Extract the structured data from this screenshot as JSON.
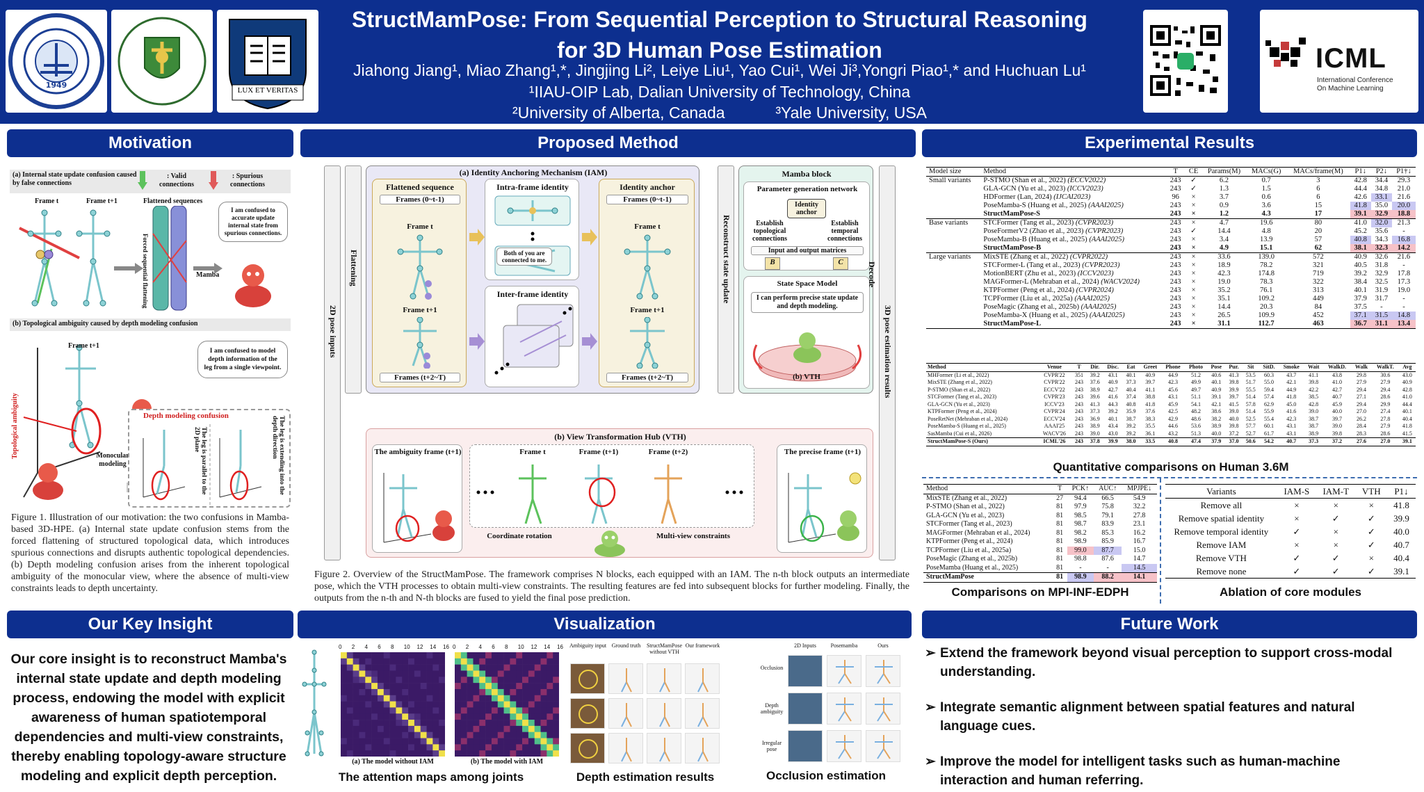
{
  "header": {
    "title_line1": "StructMamPose: From Sequential Perception to Structural Reasoning",
    "title_line2": "for 3D Human Pose Estimation",
    "authors": "Jiahong Jiang¹, Miao Zhang¹,*, Jingjing Li², Leiye Liu¹, Yao Cui¹, Wei Ji³,Yongri Piao¹,* and Huchuan Lu¹",
    "affil1": "¹IIAU-OIP Lab, Dalian University of Technology, China",
    "affil2a": "²University of Alberta, Canada",
    "affil2b": "³Yale University, USA",
    "icml": "ICML",
    "icml_sub1": "International Conference",
    "icml_sub2": "On Machine Learning",
    "lux": "LUX ET VERITAS"
  },
  "sections": {
    "motivation": "Motivation",
    "method": "Proposed Method",
    "results": "Experimental Results",
    "insight": "Our Key Insight",
    "visualization": "Visualization",
    "future": "Future Work"
  },
  "motivation": {
    "a_title": "(a) Internal state update confusion caused by false connections",
    "valid": ": Valid connections",
    "spurious": ": Spurious connections",
    "frame_t": "Frame t",
    "frame_t1": "Frame t+1",
    "flattened": "Flattened sequences",
    "forced": "Forced sequential flattening",
    "mamba": "Mamba",
    "bubble_a": "I am confused to accurate update internal state from spurious connections.",
    "b_title": "(b) Topological ambiguity caused by depth modeling confusion",
    "topo": "Topological ambiguity",
    "bubble_b": "I am confused to model depth information of the leg from a single viewpoint.",
    "depth_conf": "Depth modeling confusion",
    "mono": "Monocular modeling",
    "leg_parallel": "The leg is parallel to the 2D plane",
    "leg_ext": "The leg is extending into the depth direction",
    "caption": "Figure 1. Illustration of our motivation: the two confusions in Mamba-based 3D-HPE. (a) Internal state update confusion stems from the forced flattening of structured topological data, which introduces spurious connections and disrupts authentic topological dependencies. (b) Depth modeling confusion arises from the inherent topological ambiguity of the monocular view, where the absence of multi-view constraints leads to depth uncertainty."
  },
  "method": {
    "iam_title": "(a) Identity Anchoring Mechanism (IAM)",
    "flat_seq": "Flattened sequence",
    "frames_a": "Frames (0~t-1)",
    "frame_t": "Frame t",
    "frame_t1": "Frame t+1",
    "frames_b": "Frames (t+2~T)",
    "intra": "Intra-frame identity",
    "inter": "Inter-frame identity",
    "both": "Both of you are connected to me.",
    "anchor": "Identity anchor",
    "mamba_block": "Mamba block",
    "param_gen": "Parameter generation network",
    "id_anchor": "Identity anchor",
    "est_topo": "Establish topological connections",
    "est_temp": "Establish temporal connections",
    "io_mat": "Input and output matrices",
    "B": "B",
    "C": "C",
    "ssm": "State Space Model",
    "ssm_bubble": "I can perform precise state update and depth modeling.",
    "vth_small": "(b) VTH",
    "vth_title": "(b) View Transformation Hub (VTH)",
    "ambig_frame": "The ambiguity frame (t+1)",
    "precise_frame": "The precise frame (t+1)",
    "coord_rot": "Coordinate rotation",
    "mv_cons": "Multi-view constraints",
    "vt_ft": "Frame t",
    "vt_ft1": "Frame (t+1)",
    "vt_ft2": "Frame (t+2)",
    "pose_inputs": "2D pose inputs",
    "flattening": "Flattening",
    "reconstruct": "Reconstruct state update",
    "decode": "Decode",
    "est_results": "3D pose estimation results",
    "caption": "Figure 2. Overview of the StructMamPose. The framework comprises N blocks, each equipped with an IAM. The n-th block outputs an intermediate pose, which the VTH processes to obtain multi-view constraints. The resulting features are fed into subsequent blocks for further modeling. Finally, the outputs from the n-th and N-th blocks are fused to yield the final pose prediction."
  },
  "table1": {
    "headers": [
      "Model size",
      "Method",
      "T",
      "CE",
      "Params(M)",
      "MACs(G)",
      "MACs/frame(M)",
      "P1↓",
      "P2↓",
      "P1†↓"
    ],
    "rows": [
      [
        "Small variants",
        "P-STMO (Shan et al., 2022) (ECCV2022)",
        "243",
        "✓",
        "6.2",
        "0.7",
        "3",
        "42.8",
        "34.4",
        "29.3"
      ],
      [
        "",
        "GLA-GCN (Yu et al., 2023) (ICCV2023)",
        "243",
        "✓",
        "1.3",
        "1.5",
        "6",
        "44.4",
        "34.8",
        "21.0"
      ],
      [
        "",
        "HDFormer (Lan, 2024) (IJCAI2023)",
        "96",
        "×",
        "3.7",
        "0.6",
        "6",
        "42.6",
        "33.1",
        "21.6"
      ],
      [
        "",
        "PoseMamba-S (Huang et al., 2025) (AAAI2025)",
        "243",
        "×",
        "0.9",
        "3.6",
        "15",
        "41.8",
        "35.0",
        "20.0"
      ],
      [
        "",
        "StructMamPose-S",
        "243",
        "×",
        "1.2",
        "4.3",
        "17",
        "39.1",
        "32.9",
        "18.8"
      ],
      [
        "Base variants",
        "STCFormer (Tang et al., 2023) (CVPR2023)",
        "243",
        "×",
        "4.7",
        "19.6",
        "80",
        "41.0",
        "32.0",
        "21.3"
      ],
      [
        "",
        "PoseFormerV2 (Zhao et al., 2023) (CVPR2023)",
        "243",
        "✓",
        "14.4",
        "4.8",
        "20",
        "45.2",
        "35.6",
        "-"
      ],
      [
        "",
        "PoseMamba-B (Huang et al., 2025) (AAAI2025)",
        "243",
        "×",
        "3.4",
        "13.9",
        "57",
        "40.8",
        "34.3",
        "16.8"
      ],
      [
        "",
        "StructMamPose-B",
        "243",
        "×",
        "4.9",
        "15.1",
        "62",
        "38.1",
        "32.3",
        "14.2"
      ],
      [
        "Large variants",
        "MixSTE (Zhang et al., 2022) (CVPR2022)",
        "243",
        "×",
        "33.6",
        "139.0",
        "572",
        "40.9",
        "32.6",
        "21.6"
      ],
      [
        "",
        "STCFormer-L (Tang et al., 2023) (CVPR2023)",
        "243",
        "×",
        "18.9",
        "78.2",
        "321",
        "40.5",
        "31.8",
        "-"
      ],
      [
        "",
        "MotionBERT (Zhu et al., 2023) (ICCV2023)",
        "243",
        "×",
        "42.3",
        "174.8",
        "719",
        "39.2",
        "32.9",
        "17.8"
      ],
      [
        "",
        "MAGFormer-L (Mehraban et al., 2024) (WACV2024)",
        "243",
        "×",
        "19.0",
        "78.3",
        "322",
        "38.4",
        "32.5",
        "17.3"
      ],
      [
        "",
        "KTPFormer (Peng et al., 2024) (CVPR2024)",
        "243",
        "×",
        "35.2",
        "76.1",
        "313",
        "40.1",
        "31.9",
        "19.0"
      ],
      [
        "",
        "TCPFormer (Liu et al., 2025a) (AAAI2025)",
        "243",
        "×",
        "35.1",
        "109.2",
        "449",
        "37.9",
        "31.7",
        "-"
      ],
      [
        "",
        "PoseMagic (Zhang et al., 2025b) (AAAI2025)",
        "243",
        "×",
        "14.4",
        "20.3",
        "84",
        "37.5",
        "-",
        "-"
      ],
      [
        "",
        "PoseMamba-X (Huang et al., 2025) (AAAI2025)",
        "243",
        "×",
        "26.5",
        "109.9",
        "452",
        "37.1",
        "31.5",
        "14.8"
      ],
      [
        "",
        "StructMamPose-L",
        "243",
        "×",
        "31.1",
        "112.7",
        "463",
        "36.7",
        "31.1",
        "13.4"
      ]
    ]
  },
  "table2": {
    "headers": [
      "Method",
      "Venue",
      "T",
      "Dir.",
      "Disc.",
      "Eat",
      "Greet",
      "Phone",
      "Photo",
      "Pose",
      "Pur.",
      "Sit",
      "SitD.",
      "Smoke",
      "Wait",
      "WalkD.",
      "Walk",
      "WalkT.",
      "Avg"
    ],
    "rows": [
      [
        "MHFormer (Li et al., 2022)",
        "CVPR'22",
        "351",
        "39.2",
        "43.1",
        "40.1",
        "40.9",
        "44.9",
        "51.2",
        "40.6",
        "41.3",
        "53.5",
        "60.3",
        "43.7",
        "41.1",
        "43.8",
        "29.8",
        "30.6",
        "43.0"
      ],
      [
        "MixSTE (Zhang et al., 2022)",
        "CVPR'22",
        "243",
        "37.6",
        "40.9",
        "37.3",
        "39.7",
        "42.3",
        "49.9",
        "40.1",
        "39.8",
        "51.7",
        "55.0",
        "42.1",
        "39.8",
        "41.0",
        "27.9",
        "27.9",
        "40.9"
      ],
      [
        "P-STMO (Shan et al., 2022)",
        "ECCV'22",
        "243",
        "38.9",
        "42.7",
        "40.4",
        "41.1",
        "45.6",
        "49.7",
        "40.9",
        "39.9",
        "55.5",
        "59.4",
        "44.9",
        "42.2",
        "42.7",
        "29.4",
        "29.4",
        "42.8"
      ],
      [
        "STCFormer (Tang et al., 2023)",
        "CVPR'23",
        "243",
        "39.6",
        "41.6",
        "37.4",
        "38.8",
        "43.1",
        "51.1",
        "39.1",
        "39.7",
        "51.4",
        "57.4",
        "41.8",
        "38.5",
        "40.7",
        "27.1",
        "28.6",
        "41.0"
      ],
      [
        "GLA-GCN (Yu et al., 2023)",
        "ICCV'23",
        "243",
        "41.3",
        "44.3",
        "40.8",
        "41.8",
        "45.9",
        "54.1",
        "42.1",
        "41.5",
        "57.8",
        "62.9",
        "45.0",
        "42.8",
        "45.9",
        "29.4",
        "29.9",
        "44.4"
      ],
      [
        "KTPFormer (Peng et al., 2024)",
        "CVPR'24",
        "243",
        "37.3",
        "39.2",
        "35.9",
        "37.6",
        "42.5",
        "48.2",
        "38.6",
        "39.0",
        "51.4",
        "55.9",
        "41.6",
        "39.0",
        "40.0",
        "27.0",
        "27.4",
        "40.1"
      ],
      [
        "PoseRetNet (Mehraban et al., 2024)",
        "ECCV'24",
        "243",
        "36.9",
        "40.1",
        "38.7",
        "38.3",
        "42.9",
        "48.6",
        "38.2",
        "40.0",
        "52.5",
        "55.4",
        "42.3",
        "38.7",
        "39.7",
        "26.2",
        "27.8",
        "40.4"
      ],
      [
        "PoseMamba-S (Huang et al., 2025)",
        "AAAI'25",
        "243",
        "38.9",
        "43.4",
        "39.2",
        "35.5",
        "44.6",
        "53.6",
        "38.9",
        "39.8",
        "57.7",
        "60.1",
        "43.1",
        "38.7",
        "39.0",
        "28.4",
        "27.9",
        "41.8"
      ],
      [
        "SasMamba (Cui et al., 2026)",
        "WACV'26",
        "243",
        "39.0",
        "43.0",
        "39.2",
        "36.1",
        "43.2",
        "51.3",
        "40.0",
        "37.2",
        "52.7",
        "61.7",
        "43.1",
        "38.9",
        "39.8",
        "28.3",
        "28.6",
        "41.5"
      ],
      [
        "StructMamPose-S (Ours)",
        "ICML'26",
        "243",
        "37.8",
        "39.9",
        "38.0",
        "33.5",
        "40.8",
        "47.4",
        "37.9",
        "37.0",
        "50.6",
        "54.2",
        "40.7",
        "37.3",
        "37.2",
        "27.6",
        "27.0",
        "39.1"
      ]
    ]
  },
  "table3": {
    "headers": [
      "Method",
      "T",
      "PCK↑",
      "AUC↑",
      "MPJPE↓"
    ],
    "rows": [
      [
        "MixSTE (Zhang et al., 2022)",
        "27",
        "94.4",
        "66.5",
        "54.9"
      ],
      [
        "P-STMO (Shan et al., 2022)",
        "81",
        "97.9",
        "75.8",
        "32.2"
      ],
      [
        "GLA-GCN (Yu et al., 2023)",
        "81",
        "98.5",
        "79.1",
        "27.8"
      ],
      [
        "STCFormer (Tang et al., 2023)",
        "81",
        "98.7",
        "83.9",
        "23.1"
      ],
      [
        "MAGFormer (Mehraban et al., 2024)",
        "81",
        "98.2",
        "85.3",
        "16.2"
      ],
      [
        "KTPFormer (Peng et al., 2024)",
        "81",
        "98.9",
        "85.9",
        "16.7"
      ],
      [
        "TCPFormer (Liu et al., 2025a)",
        "81",
        "99.0",
        "87.7",
        "15.0"
      ],
      [
        "PoseMagic (Zhang et al., 2025b)",
        "81",
        "98.8",
        "87.6",
        "14.7"
      ],
      [
        "PoseMamba (Huang et al., 2025)",
        "81",
        "-",
        "-",
        "14.5"
      ],
      [
        "StructMamPose",
        "81",
        "98.9",
        "88.2",
        "14.1"
      ]
    ]
  },
  "table4": {
    "headers": [
      "Variants",
      "IAM-S",
      "IAM-T",
      "VTH",
      "P1↓"
    ],
    "rows": [
      [
        "Remove all",
        "×",
        "×",
        "×",
        "41.8"
      ],
      [
        "Remove spatial identity",
        "×",
        "✓",
        "✓",
        "39.9"
      ],
      [
        "Remove temporal identity",
        "✓",
        "×",
        "✓",
        "40.0"
      ],
      [
        "Remove IAM",
        "×",
        "×",
        "✓",
        "40.7"
      ],
      [
        "Remove VTH",
        "✓",
        "✓",
        "×",
        "40.4"
      ],
      [
        "Remove none",
        "✓",
        "✓",
        "✓",
        "39.1"
      ]
    ]
  },
  "results": {
    "cap_h36m": "Quantitative comparisons on Human 3.6M",
    "cap_mpi": "Comparisons on MPI-INF-EDPH",
    "cap_abl": "Ablation of core modules"
  },
  "insight": {
    "text": "Our core insight is to reconstruct Mamba's internal state update and depth modeling process, endowing the model with explicit awareness of human spatiotemporal dependencies and multi-view constraints, thereby enabling topology-aware structure modeling and explicit depth perception."
  },
  "visualization": {
    "att_ticks": [
      "0",
      "2",
      "4",
      "6",
      "8",
      "10",
      "12",
      "14",
      "16"
    ],
    "att_a": "(a) The model without IAM",
    "att_b": "(b) The model with IAM",
    "cap_att": "The attention maps among joints",
    "depth_cols": [
      "Ambiguity input",
      "Ground truth",
      "StructMamPose without VTH",
      "Our framework"
    ],
    "cap_depth": "Depth estimation results",
    "occ_cols": [
      "2D Inputs",
      "Posemamba",
      "Ours"
    ],
    "occ_rows": [
      "Occlusion",
      "Depth ambiguity",
      "Irregular pose"
    ],
    "cap_occ": "Occlusion estimation"
  },
  "future": {
    "items": [
      "Extend the framework beyond visual perception to support cross-modal understanding.",
      "Integrate semantic alignment between spatial features and natural language cues.",
      "Improve the model for intelligent tasks such as human-machine interaction and human referring."
    ]
  }
}
